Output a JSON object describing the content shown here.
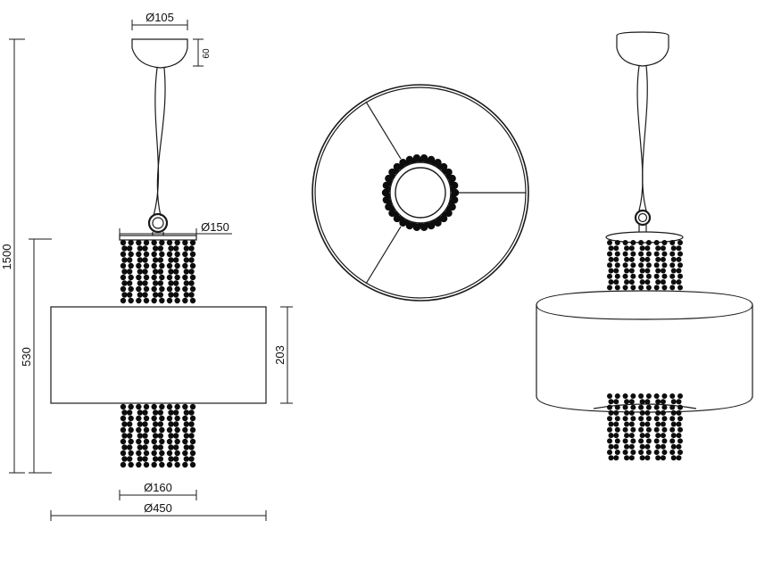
{
  "dimensions": {
    "canopy_diameter": "Ø105",
    "canopy_height": "60",
    "overall_height": "1500",
    "body_height": "530",
    "crystal_diameter": "Ø150",
    "shade_height": "203",
    "inner_diameter": "Ø160",
    "shade_diameter": "Ø450"
  },
  "colors": {
    "line": "#1a1a1a",
    "bead": "#0d0d0d",
    "background": "#ffffff"
  }
}
